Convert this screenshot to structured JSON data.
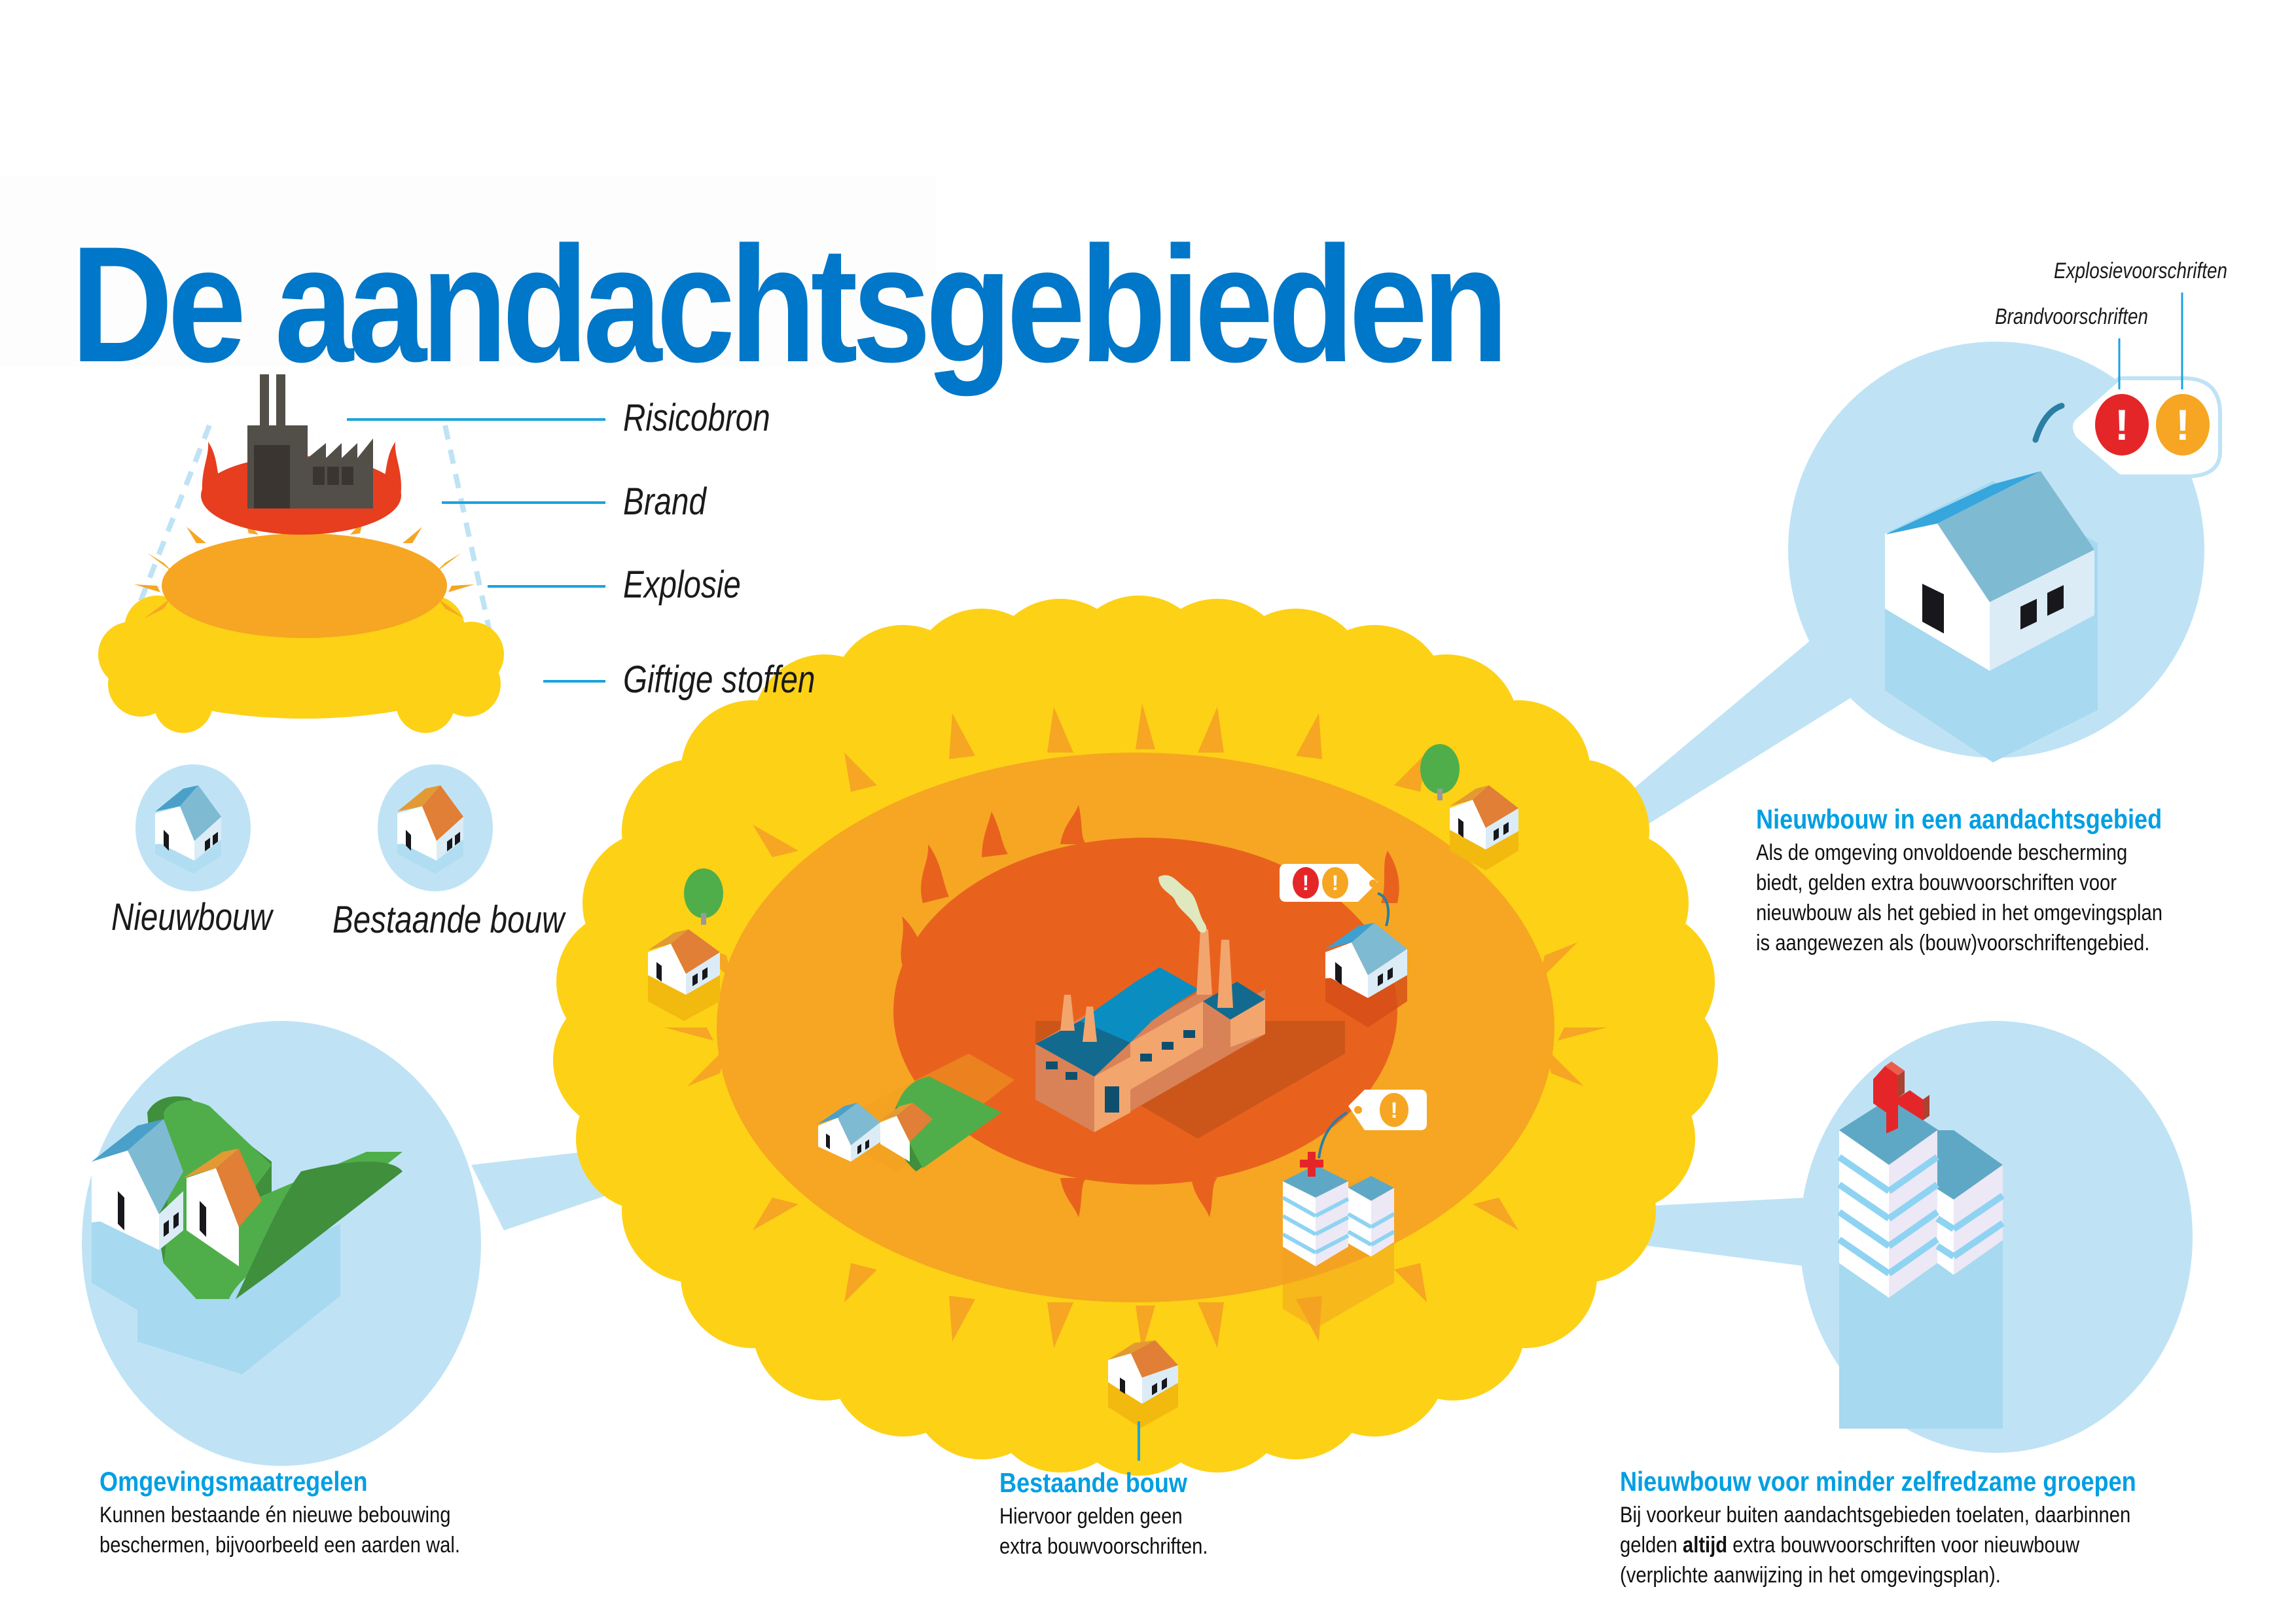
{
  "title": "De aandachtsgebieden",
  "legend": {
    "layers": [
      {
        "id": "risicobron",
        "label": "Risicobron"
      },
      {
        "id": "brand",
        "label": "Brand"
      },
      {
        "id": "explosie",
        "label": "Explosie"
      },
      {
        "id": "giftige_stoffen",
        "label": "Giftige stoffen"
      }
    ],
    "building_types": [
      {
        "id": "nieuwbouw",
        "label": "Nieuwbouw",
        "roof_color": "#7fbad3"
      },
      {
        "id": "bestaande_bouw",
        "label": "Bestaande bouw",
        "roof_color": "#e07f35"
      }
    ]
  },
  "tag_labels": {
    "brandvoorschriften": "Brandvoorschriften",
    "explosievoorschriften": "Explosievoorschriften"
  },
  "blocks": {
    "nieuwbouw_aandachtsgebied": {
      "heading": "Nieuwbouw in een aandachtsgebied",
      "lines": [
        "Als de omgeving onvoldoende bescherming",
        "biedt, gelden extra bouwvoorschriften voor",
        "nieuwbouw als het gebied in het omgevingsplan",
        "is aangewezen als (bouw)voorschriftengebied."
      ]
    },
    "minder_zelfredzaam": {
      "heading": "Nieuwbouw voor minder zelfredzame groepen",
      "line1": "Bij voorkeur buiten aandachtsgebieden toelaten, daarbinnen",
      "line2_pre": "gelden ",
      "line2_bold": "altijd",
      "line2_post": " extra bouwvoorschriften voor nieuwbouw",
      "line3": "(verplichte aanwijzing in het omgevingsplan)."
    },
    "omgevingsmaatregelen": {
      "heading": "Omgevingsmaatregelen",
      "lines": [
        "Kunnen bestaande én nieuwe bebouwing",
        "beschermen, bijvoorbeeld een aarden wal."
      ]
    },
    "bestaande_bouw": {
      "heading": "Bestaande bouw",
      "lines": [
        "Hiervoor gelden geen",
        "extra bouwvoorschriften."
      ]
    }
  },
  "colors": {
    "title_blue": "#0077c8",
    "heading_cyan": "#009fe3",
    "line_blue": "#1aa3dd",
    "bubble_blue": "#bfe3f5",
    "toxic_yellow": "#fdd116",
    "explosion_orange": "#f6a623",
    "fire_red_orange": "#e8621e",
    "brand_red": "#e52629",
    "explosie_orange": "#f5a623",
    "factory_dark": "#524f49"
  }
}
